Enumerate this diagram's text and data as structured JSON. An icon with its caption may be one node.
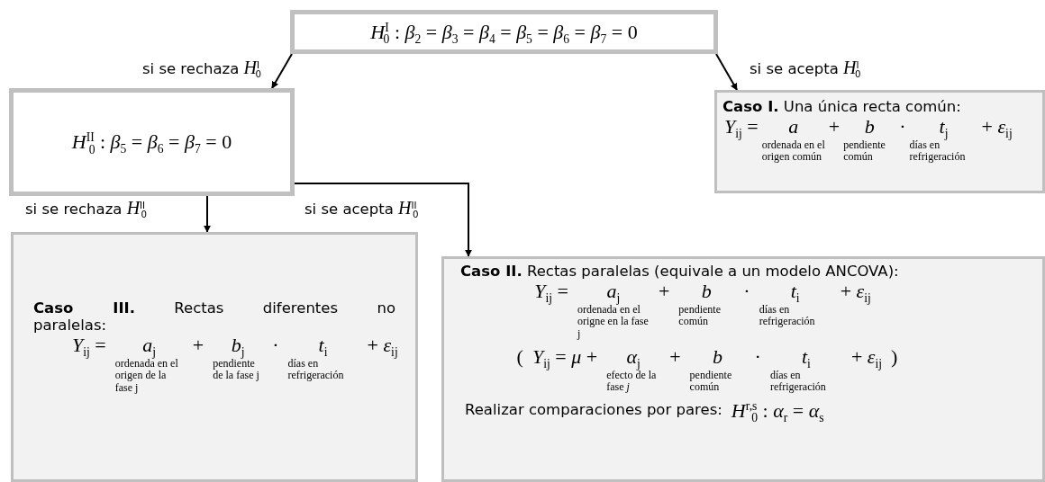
{
  "diagram": {
    "nodes": [
      {
        "text": [
          "*H*$^{I}$$_{0}$ : *β*$_{2}$ = *β*$_{3}$ = *β*$_{4}$ = *β*$_{5}$ = *β*$_{6}$ = *β*$_{7}$ = 0"
        ]
      },
      {
        "text": [
          "*H*$^{II}$$_{0}$ : *β*$_{5}$ = *β*$_{6}$ = *β*$_{7}$ = 0"
        ]
      },
      {
        "text": [
          "**Caso I.** Una única recta común:",
          "*Y*$_{ij}$ =",
          "*a*",
          "ordenada en el origen común",
          "+",
          "*b*",
          "pendiente común",
          "·",
          "*t*$_{j}$",
          "días en refrigeración",
          "+ *ε*$_{ij}$"
        ]
      },
      {
        "text": [
          "**Caso III.** Rectas diferentes no paralelas:",
          "*Y*$_{ij}$ =",
          "*a*$_{j}$",
          "ordenada en el origen de la fase j",
          "+",
          "*b*$_{j}$",
          "pendiente de la fase j",
          "·",
          "*t*$_{i}$",
          "días en refrigeración",
          "+ *ε*$_{ij}$"
        ]
      },
      {
        "text": [
          "**Caso II.** Rectas paralelas (equivale a un modelo ANCOVA):",
          "*Y*$_{ij}$ =",
          "*a*$_{j}$",
          "ordenada en el origne en la fase j",
          "+",
          "*b*",
          "pendiente común",
          "·",
          "*t*$_{i}$",
          "días en refrigeración",
          "+ *ε*$_{ij}$",
          "(",
          "*Y*$_{ij}$ = *μ* +",
          "*α*$_{j}$",
          "efecto de la fase *j*",
          "+",
          "*b*",
          "pendiente común",
          "·",
          "*t*$_{i}$",
          "días en refrigeración",
          "+ *ε*$_{ij}$",
          ")",
          "Realizar comparaciones por pares:",
          "*H*$^{r,s}$$_{0}$ : *α*$_{r}$ = *α*$_{s}$"
        ]
      }
    ],
    "edges": [
      {
        "from": 0,
        "to": 1,
        "arrow": "to",
        "label": "si se rechaza *H*$^{I}$$_{0}$"
      },
      {
        "from": 0,
        "to": 2,
        "arrow": "to",
        "label": "si se acepta *H*$^{I}$$_{0}$"
      },
      {
        "from": 1,
        "to": 3,
        "arrow": "to",
        "label": "si se rechaza *H*$^{II}$$_{0}$"
      },
      {
        "from": 1,
        "to": 4,
        "arrow": "to",
        "label": "si se acepta *H*$^{II}$$_{0}$"
      }
    ]
  }
}
